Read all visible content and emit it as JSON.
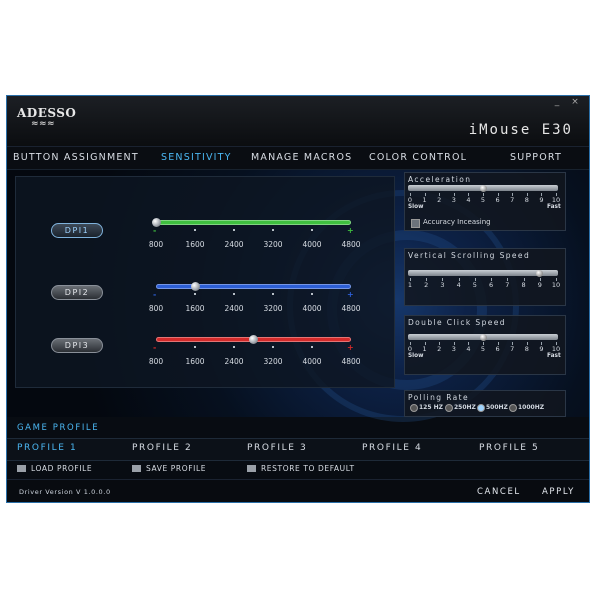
{
  "app": {
    "logo": "ADESSO",
    "title": "iMouse E30",
    "min_glyph": "_",
    "close_glyph": "×"
  },
  "nav": {
    "tabs": [
      {
        "label": "BUTTON ASSIGNMENT"
      },
      {
        "label": "SENSITIVITY"
      },
      {
        "label": "MANAGE MACROS"
      },
      {
        "label": "COLOR CONTROL"
      },
      {
        "label": "SUPPORT"
      }
    ],
    "active": "SENSITIVITY"
  },
  "dpi": {
    "tick_labels": [
      "800",
      "1600",
      "2400",
      "3200",
      "4000",
      "4800"
    ],
    "end_minus": "-",
    "end_plus": "+",
    "levels": [
      {
        "label": "DPI1",
        "color": "#3fbf3f",
        "value": 800
      },
      {
        "label": "DPI2",
        "color": "#2d5fd6",
        "value": 1600
      },
      {
        "label": "DPI3",
        "color": "#d42a2a",
        "value": 2800
      }
    ],
    "active": "DPI1"
  },
  "acceleration": {
    "title": "Acceleration",
    "ticks": [
      "0",
      "1",
      "2",
      "3",
      "4",
      "5",
      "6",
      "7",
      "8",
      "9",
      "10"
    ],
    "min_label": "Slow",
    "max_label": "Fast",
    "value": 5,
    "checkbox_label": "Accuracy Inceasing"
  },
  "scroll": {
    "title": "Vertical Scrolling Speed",
    "ticks": [
      "1",
      "2",
      "3",
      "4",
      "5",
      "6",
      "7",
      "8",
      "9",
      "10"
    ],
    "value": 9
  },
  "double_click": {
    "title": "Double Click Speed",
    "ticks": [
      "0",
      "1",
      "2",
      "3",
      "4",
      "5",
      "6",
      "7",
      "8",
      "9",
      "10"
    ],
    "min_label": "Slow",
    "max_label": "Fast",
    "value": 5
  },
  "polling": {
    "title": "Polling Rate",
    "options": [
      "125 HZ",
      "250HZ",
      "500HZ",
      "1000HZ"
    ],
    "selected": "500HZ"
  },
  "game_profile": {
    "title": "GAME PROFILE",
    "tabs": [
      "PROFILE 1",
      "PROFILE 2",
      "PROFILE 3",
      "PROFILE 4",
      "PROFILE 5"
    ],
    "active": "PROFILE 1",
    "actions": [
      "LOAD PROFILE",
      "SAVE PROFILE",
      "RESTORE TO DEFAULT"
    ]
  },
  "footer": {
    "version": "Driver Version V 1.0.0.0",
    "cancel": "CANCEL",
    "apply": "APPLY"
  },
  "colors": {
    "accent": "#4bb7f2",
    "frame": "#2a6fa8"
  }
}
